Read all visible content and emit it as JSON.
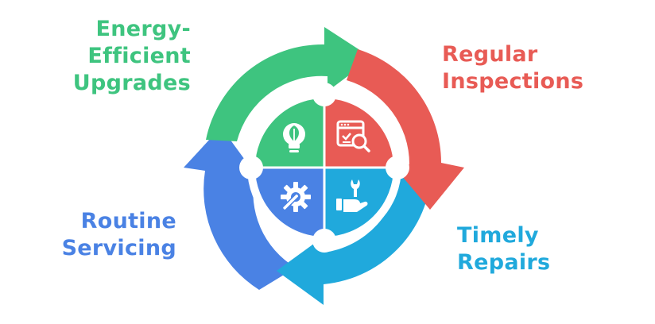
{
  "colors": {
    "green": "#3ec47f",
    "red": "#e85b55",
    "blue": "#4a82e4",
    "cyan": "#20a9dc",
    "ring": "#ffffff"
  },
  "stages": [
    {
      "key": "green",
      "lines": [
        "Energy-",
        "Efficient",
        "Upgrades"
      ],
      "icon": "lightbulb-leaf-icon"
    },
    {
      "key": "red",
      "lines": [
        "Regular",
        "Inspections"
      ],
      "icon": "browser-checklist-magnifier-icon"
    },
    {
      "key": "cyan",
      "lines": [
        "Timely",
        "Repairs"
      ],
      "icon": "hand-wrench-icon"
    },
    {
      "key": "blue",
      "lines": [
        "Routine",
        "Servicing"
      ],
      "icon": "gear-wrench-icon"
    }
  ]
}
